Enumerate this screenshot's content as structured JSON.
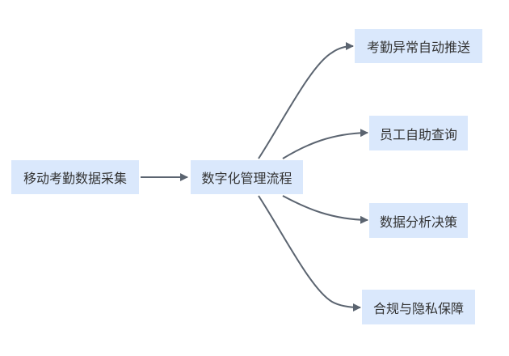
{
  "diagram": {
    "source": "移动考勤数据采集",
    "center": "数字化管理流程",
    "outputs": [
      "考勤异常自动推送",
      "员工自助查询",
      "数据分析决策",
      "合规与隐私保障"
    ]
  },
  "colors": {
    "node_fill": "#dae8fc",
    "edge": "#5b6470",
    "text": "#333333"
  }
}
